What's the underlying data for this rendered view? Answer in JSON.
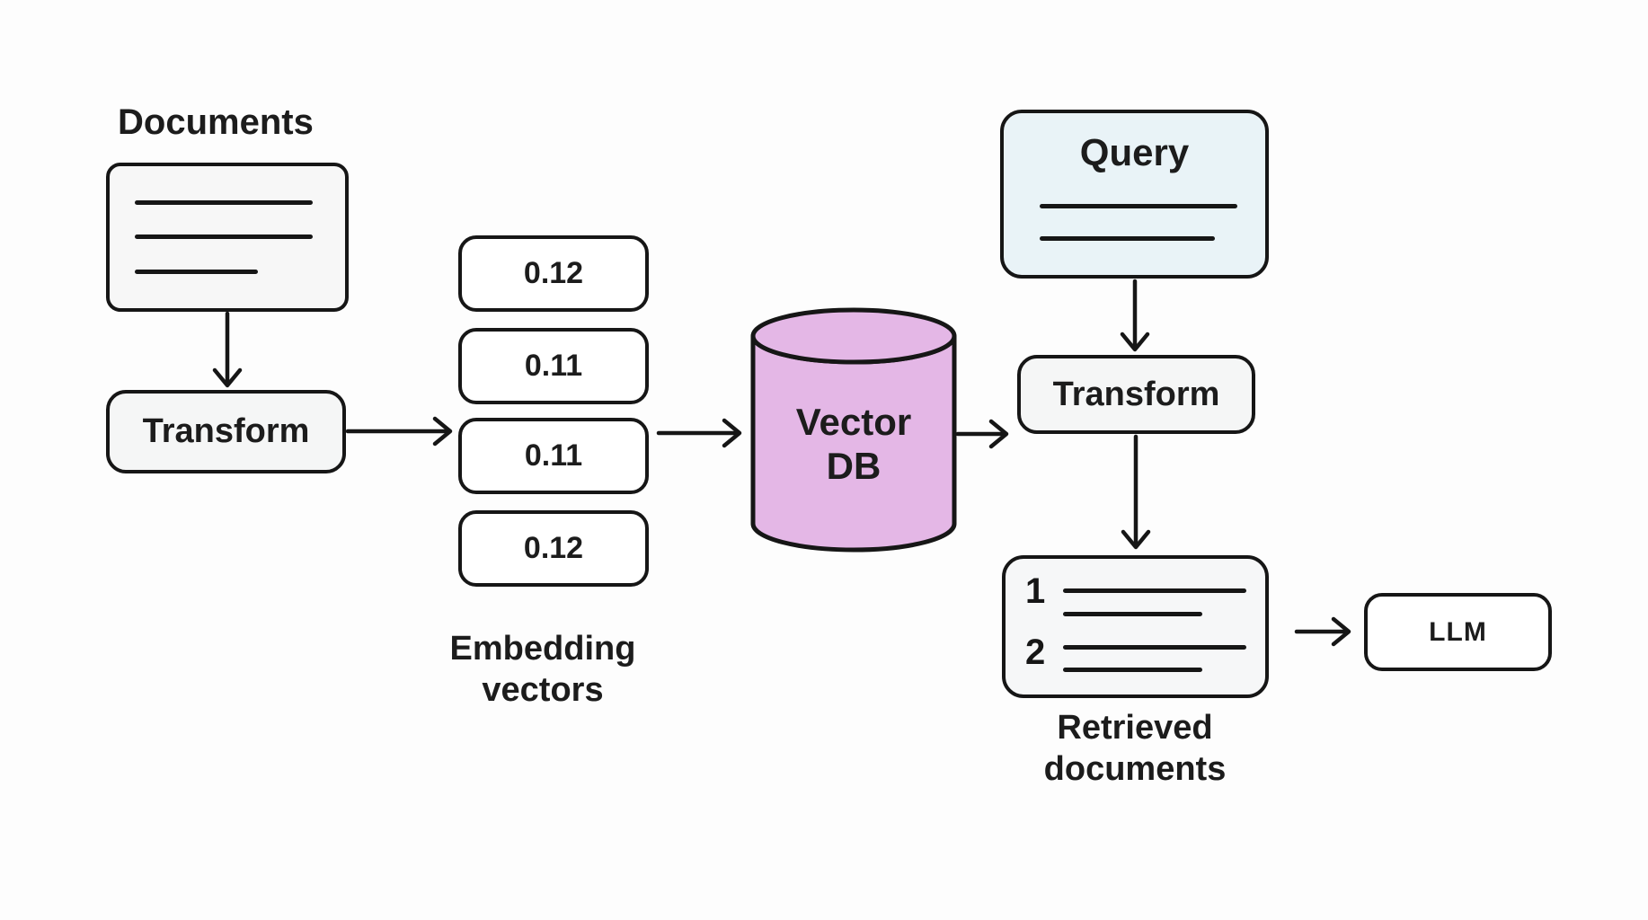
{
  "diagram": {
    "documents": {
      "label": "Documents"
    },
    "transform_ingest": {
      "label": "Transform"
    },
    "embedding_vectors": {
      "values": [
        "0.12",
        "0.11",
        "0.11",
        "0.12"
      ],
      "caption": "Embedding vectors"
    },
    "vector_db": {
      "label": "Vector DB"
    },
    "query": {
      "label": "Query"
    },
    "transform_query": {
      "label": "Transform"
    },
    "retrieved_documents": {
      "item_numbers": [
        "1",
        "2"
      ],
      "caption": "Retrieved documents"
    },
    "llm": {
      "label": "LLM"
    }
  },
  "colors": {
    "stroke": "#161616",
    "box_gray": "#f5f6f6",
    "box_white": "#ffffff",
    "query_blue": "#e9f3f7",
    "db_purple": "#e4b7e6",
    "background": "#fdfdfd"
  }
}
